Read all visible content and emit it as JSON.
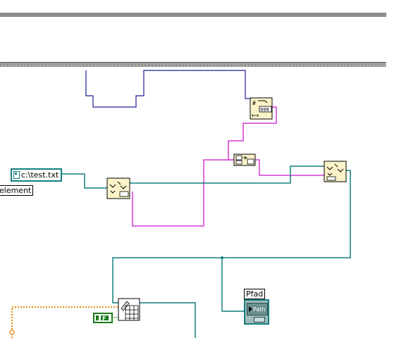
{
  "diagram": {
    "path_constant": {
      "value": "c:\\test.txt",
      "icon": "path-icon"
    },
    "element_label": {
      "text": "element"
    },
    "pfad_indicator": {
      "label": "Pfad",
      "badge": "Path"
    },
    "boolean_constant": {
      "value": "F"
    },
    "write_node_display": {
      "value": "999"
    },
    "colors": {
      "path_wire": "#137f7f",
      "string_wire": "#d23ad2",
      "blue_wire": "#1d1d99",
      "error_wire": "#e39a2a",
      "node_fill": "#fbf3c8",
      "frame_gray": "#8a8a8a"
    },
    "icons": [
      "path-icon",
      "fp-node-icon",
      "write-file-icon",
      "build-path-icon",
      "strip-path-icon",
      "table-icon",
      "path-indicator-icon"
    ]
  }
}
